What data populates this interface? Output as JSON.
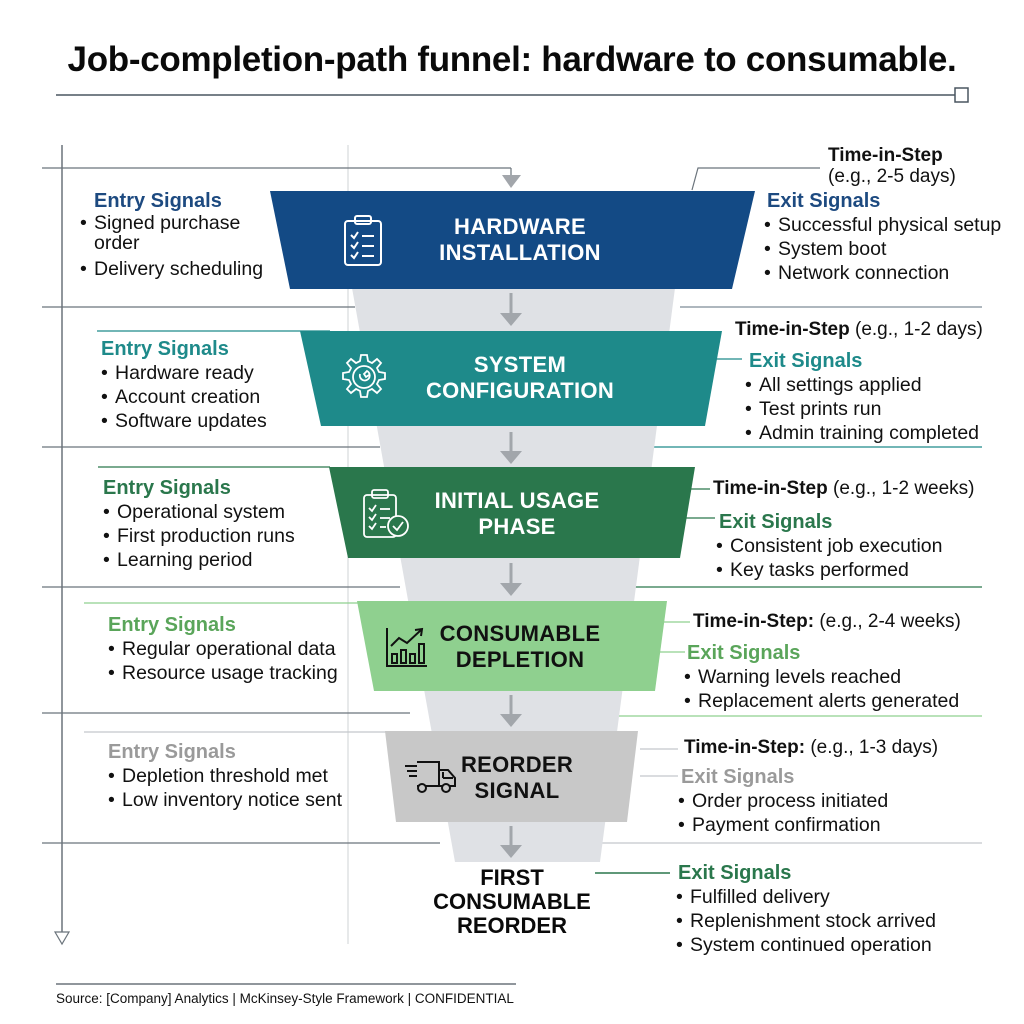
{
  "title": "Job-completion-path funnel: hardware to consumable.",
  "colors": {
    "hardware": "#134a85",
    "system": "#1e8a8a",
    "initial": "#2a774c",
    "consumable": "#8fd08f",
    "reorder": "#c8c8c8",
    "funnel_bg": "#dfe1e5",
    "line": "#5a6670"
  },
  "stages": [
    {
      "id": "hardware-installation",
      "label_lines": [
        "HARDWARE",
        "INSTALLATION"
      ],
      "icon": "clipboard-checklist-icon",
      "entry": {
        "header": "Entry Signals",
        "items": [
          "Signed purchase order",
          "Delivery scheduling"
        ]
      },
      "time_label": "Time-in-Step",
      "time_value": "(e.g., 2-5 days)",
      "exit": {
        "header": "Exit Signals",
        "items": [
          "Successful physical setup",
          "System boot",
          "Network connection"
        ]
      }
    },
    {
      "id": "system-configuration",
      "label_lines": [
        "SYSTEM",
        "CONFIGURATION"
      ],
      "icon": "gear-wrench-icon",
      "entry": {
        "header": "Entry Signals",
        "items": [
          "Hardware ready",
          "Account creation",
          "Software updates"
        ]
      },
      "time_label": "Time-in-Step",
      "time_value": "(e.g., 1-2 days)",
      "exit": {
        "header": "Exit Signals",
        "items": [
          "All settings applied",
          "Test prints run",
          "Admin training completed"
        ]
      }
    },
    {
      "id": "initial-usage-phase",
      "label_lines": [
        "INITIAL USAGE",
        "PHASE"
      ],
      "icon": "clipboard-check-icon",
      "entry": {
        "header": "Entry Signals",
        "items": [
          "Operational system",
          "First production runs",
          "Learning period"
        ]
      },
      "time_label": "Time-in-Step",
      "time_value": "(e.g., 1-2 weeks)",
      "exit": {
        "header": "Exit Signals",
        "items": [
          "Consistent job execution",
          "Key tasks performed"
        ]
      }
    },
    {
      "id": "consumable-depletion",
      "label_lines": [
        "CONSUMABLE",
        "DEPLETION"
      ],
      "icon": "bar-chart-trend-icon",
      "entry": {
        "header": "Entry Signals",
        "items": [
          "Regular operational data",
          "Resource usage tracking"
        ]
      },
      "time_label": "Time-in-Step:",
      "time_value": "(e.g., 2-4 weeks)",
      "exit": {
        "header": "Exit Signals",
        "items": [
          "Warning levels reached",
          "Replacement alerts generated"
        ]
      }
    },
    {
      "id": "reorder-signal",
      "label_lines": [
        "REORDER",
        "SIGNAL"
      ],
      "icon": "delivery-truck-icon",
      "entry": {
        "header": "Entry Signals",
        "items": [
          "Depletion threshold met",
          "Low inventory notice sent"
        ]
      },
      "time_label": "Time-in-Step:",
      "time_value": "(e.g., 1-3 days)",
      "exit": {
        "header": "Exit Signals",
        "items": [
          "Order process initiated",
          "Payment confirmation"
        ]
      }
    }
  ],
  "final": {
    "label_lines": [
      "FIRST",
      "CONSUMABLE",
      "REORDER"
    ],
    "exit": {
      "header": "Exit Signals",
      "items": [
        "Fulfilled delivery",
        "Replenishment stock arrived",
        "System continued operation"
      ]
    }
  },
  "source": "Source: [Company] Analytics | McKinsey-Style Framework | CONFIDENTIAL"
}
